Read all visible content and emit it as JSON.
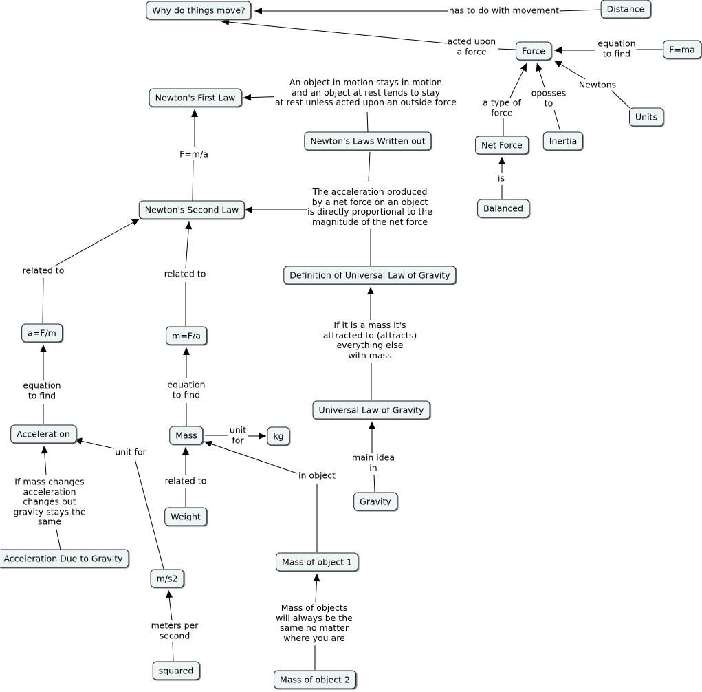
{
  "nodes": {
    "why": "Why do things move?",
    "distance": "Distance",
    "force": "Force",
    "fma": "F=ma",
    "first_law": "Newton's First Law",
    "laws_written": "Newton's Laws Written out",
    "net_force": "Net Force",
    "inertia": "Inertia",
    "units": "Units",
    "balanced": "Balanced",
    "second_law": "Newton's Second Law",
    "def_gravity": "Definition of Universal Law of Gravity",
    "a_fm": "a=F/m",
    "m_fa": "m=F/a",
    "univ_gravity": "Universal Law of Gravity",
    "acceleration": "Acceleration",
    "mass": "Mass",
    "kg": "kg",
    "gravity": "Gravity",
    "weight": "Weight",
    "accel_gravity": "Acceleration Due to Gravity",
    "ms2": "m/s2",
    "mass1": "Mass of object 1",
    "squared": "squared",
    "mass2": "Mass of object 2"
  },
  "links": {
    "movement": "has to do with movement",
    "acted": "acted upon\na force",
    "equation_force": "equation\nto find",
    "type_of": "a type of\nforce",
    "oposses": "oposses\nto",
    "newtons": "Newtons",
    "is": "is",
    "first_law_text": "An object in motion stays in motion\nand an object at rest tends to stay\nat rest unless acted upon an outside force",
    "f_m_a": "F=m/a",
    "second_law_text": "The acceleration produced\nby a net force on an object\nis directly proportional to the\nmagnitude of the net force",
    "related_a": "related to",
    "related_m": "related to",
    "gravity_text": "If it is a mass it's\nattracted to (attracts)\neverything else\nwith mass",
    "equation_a": "equation\nto find",
    "equation_m": "equation\nto find",
    "unit_for_kg": "unit\nfor",
    "unit_for_ms2": "unit for",
    "in_object": "in object",
    "main_idea": "main idea\nin",
    "related_weight": "related to",
    "if_mass": "If mass changes\nacceleration\nchanges but\ngravity stays the\nsame",
    "meters_per": "meters per\nsecond",
    "mass_same": "Mass of objects\nwill always be the\nsame no matter\nwhere you are"
  }
}
